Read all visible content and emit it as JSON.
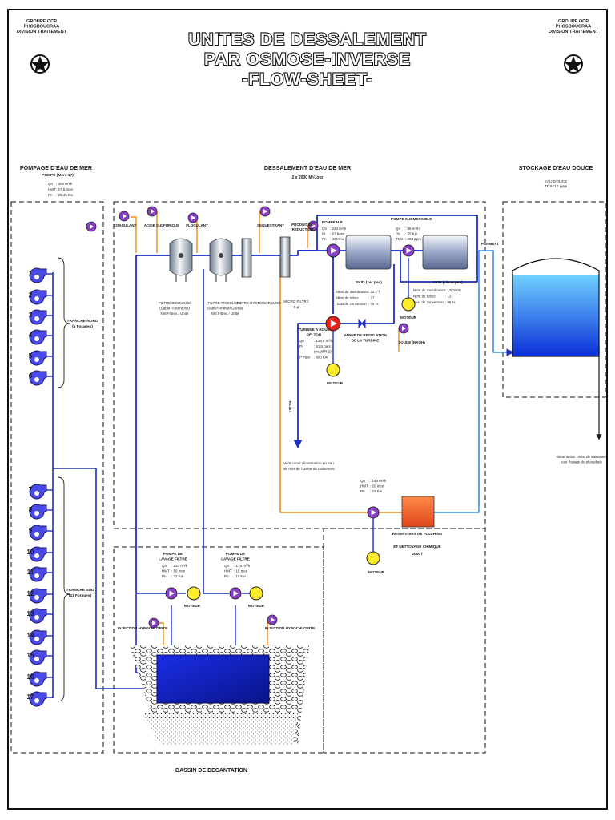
{
  "header": {
    "org_left": [
      "GROUPE OCP",
      "PHOSBOUCRAA",
      "DIVISION TRAITEMENT"
    ],
    "org_right": [
      "GROUPE OCP",
      "PHOSBOUCRAA",
      "DIVISION TRAITEMENT"
    ],
    "title_lines": [
      "UNITES DE DESSALEMENT",
      "PAR OSMOSE-INVERSE",
      "-FLOW-SHEET-"
    ]
  },
  "sections": {
    "pompage": "POMPAGE D'EAU DE MER",
    "dessalement": "DESSALEMENT D'EAU DE MER",
    "dessalement_cap": "2 x 2000 M³/Jour",
    "stockage": "STOCKAGE D'EAU DOUCE",
    "stockage_sub": [
      "EAU DOUCE",
      "TDS<10 ppm"
    ],
    "bassin": "BASSIN DE DECANTATION"
  },
  "pompes_mer": {
    "title": "POMPE (Mère 17)",
    "specs": [
      [
        "Qn",
        ": 300 m³/h"
      ],
      [
        "HMT",
        ": 27,5 mce"
      ],
      [
        "Pn",
        ": 28,45 Kw"
      ]
    ],
    "nord_numbers": [
      "1",
      "2",
      "3",
      "4",
      "5",
      "6"
    ],
    "sud_numbers": [
      "7",
      "8",
      "9",
      "10",
      "11",
      "12",
      "13",
      "14",
      "15",
      "16",
      "17"
    ],
    "tranche_nord": [
      "TRANCHE NORD",
      "(6 Forages)"
    ],
    "tranche_sud": [
      "TRANCHE SUD",
      "(11 Forages)"
    ]
  },
  "reagents": {
    "coagulant": "COAGULANT",
    "acide": "ACIDE SULFURIQUE",
    "floculant": "FLOCULANT",
    "sequestrant": "SEQUESTRANT",
    "produit": [
      "PRODUIT DE",
      "REDUCTION"
    ]
  },
  "filtres": {
    "bicouche": [
      "FILTRE BICOUCHE",
      "(Sable+Anthracite)",
      "Nr6 Filtres / Unité"
    ],
    "tricouche": [
      "FILTRE TRICOUCHE",
      "(Sable+Anthra+Grenat)",
      "Nr6 Filtres / Unité"
    ],
    "hydrocarbure": "FILTRE HYDROCARBURE",
    "micro": [
      "MICRO FILTRE",
      "5 µ"
    ]
  },
  "pompe_hp": {
    "title": "POMPE H.P",
    "specs": [
      [
        "Qn",
        ": 223 m³/h"
      ],
      [
        "Pr",
        ": 67 bars"
      ],
      [
        "Pn",
        ": 400 Kw"
      ]
    ]
  },
  "pompe_sub": {
    "title": "POMPE SUBMERSIBLE",
    "specs": [
      [
        "Qn",
        ": 86 m³/h"
      ],
      [
        "Pn",
        ": 55 Kw"
      ],
      [
        "TDS",
        ": 200 ppm"
      ]
    ]
  },
  "skid1": {
    "title": "SKID (1er pas)",
    "specs": [
      [
        "Nbre de membranes",
        ": 32 x 7"
      ],
      [
        "Nbre de tubes",
        ": 37"
      ],
      [
        "Taux de conversion",
        ": 40 %"
      ]
    ]
  },
  "skid2": {
    "title": "SKID (2ème pas)",
    "specs": [
      [
        "Nbre de membranes",
        ": 13(15x6)"
      ],
      [
        "Nbre de tubes",
        ": 13"
      ],
      [
        "Taux de conversion",
        ": 85 %"
      ]
    ]
  },
  "turbine": {
    "title": [
      "TURBINE A ROUE",
      "PELTON"
    ],
    "specs": [
      [
        "Qn",
        ": 143,8 m³/h"
      ],
      [
        "Pr",
        ": 61,5 bars"
      ],
      [
        "",
        "(modif/R.2)"
      ],
      [
        "P maxi",
        ": 600 Kw"
      ]
    ]
  },
  "vanne": [
    "VANNE DE REGULATION",
    "DE LA TURBINE"
  ],
  "soude": "SOUDE (NAOH)",
  "moteur": "MOTEUR",
  "permeat": "PERMEAT",
  "rejet": "REJET",
  "rejet_note": [
    "Vers canal alimentation en eau",
    "de mer de l'Usine de traitement"
  ],
  "alimentation_note": [
    "Alimentation Usine de traitement",
    "pour flopage du phosphate"
  ],
  "flushing": {
    "specs": [
      [
        "Qn",
        ": 144 m³/h"
      ],
      [
        "HMT",
        ": 20 mce"
      ],
      [
        "Pn",
        ": 22 Kw"
      ]
    ],
    "title": [
      "RESERVOIRS DE FLUSHING",
      "ET NETTOYAGE CHIMIQUE",
      "1000 l"
    ]
  },
  "lavage1": {
    "title": [
      "POMPE DE",
      "LAVAGE FILTRE"
    ],
    "specs": [
      [
        "Qn",
        ": 233 m³/h"
      ],
      [
        "HMT",
        ": 50 mce"
      ],
      [
        "Pn",
        ": 42 Kw"
      ]
    ]
  },
  "lavage2": {
    "title": [
      "POMPE DE",
      "LAVAGE FILTRE"
    ],
    "specs": [
      [
        "Qn",
        ": 175 m³/h"
      ],
      [
        "HMT",
        ": 15 mce"
      ],
      [
        "Pn",
        ": 11 Kw"
      ]
    ]
  },
  "injection": "INJECTION HYPOCHLORITE",
  "colors": {
    "dark_blue": "#1f2fbf",
    "light_blue": "#3b8fe6",
    "orange": "#f08a1c",
    "red": "#e8201a",
    "yellow": "#ffec2a",
    "purple": "#8a3fc7",
    "flushing": "#f06a2a"
  }
}
